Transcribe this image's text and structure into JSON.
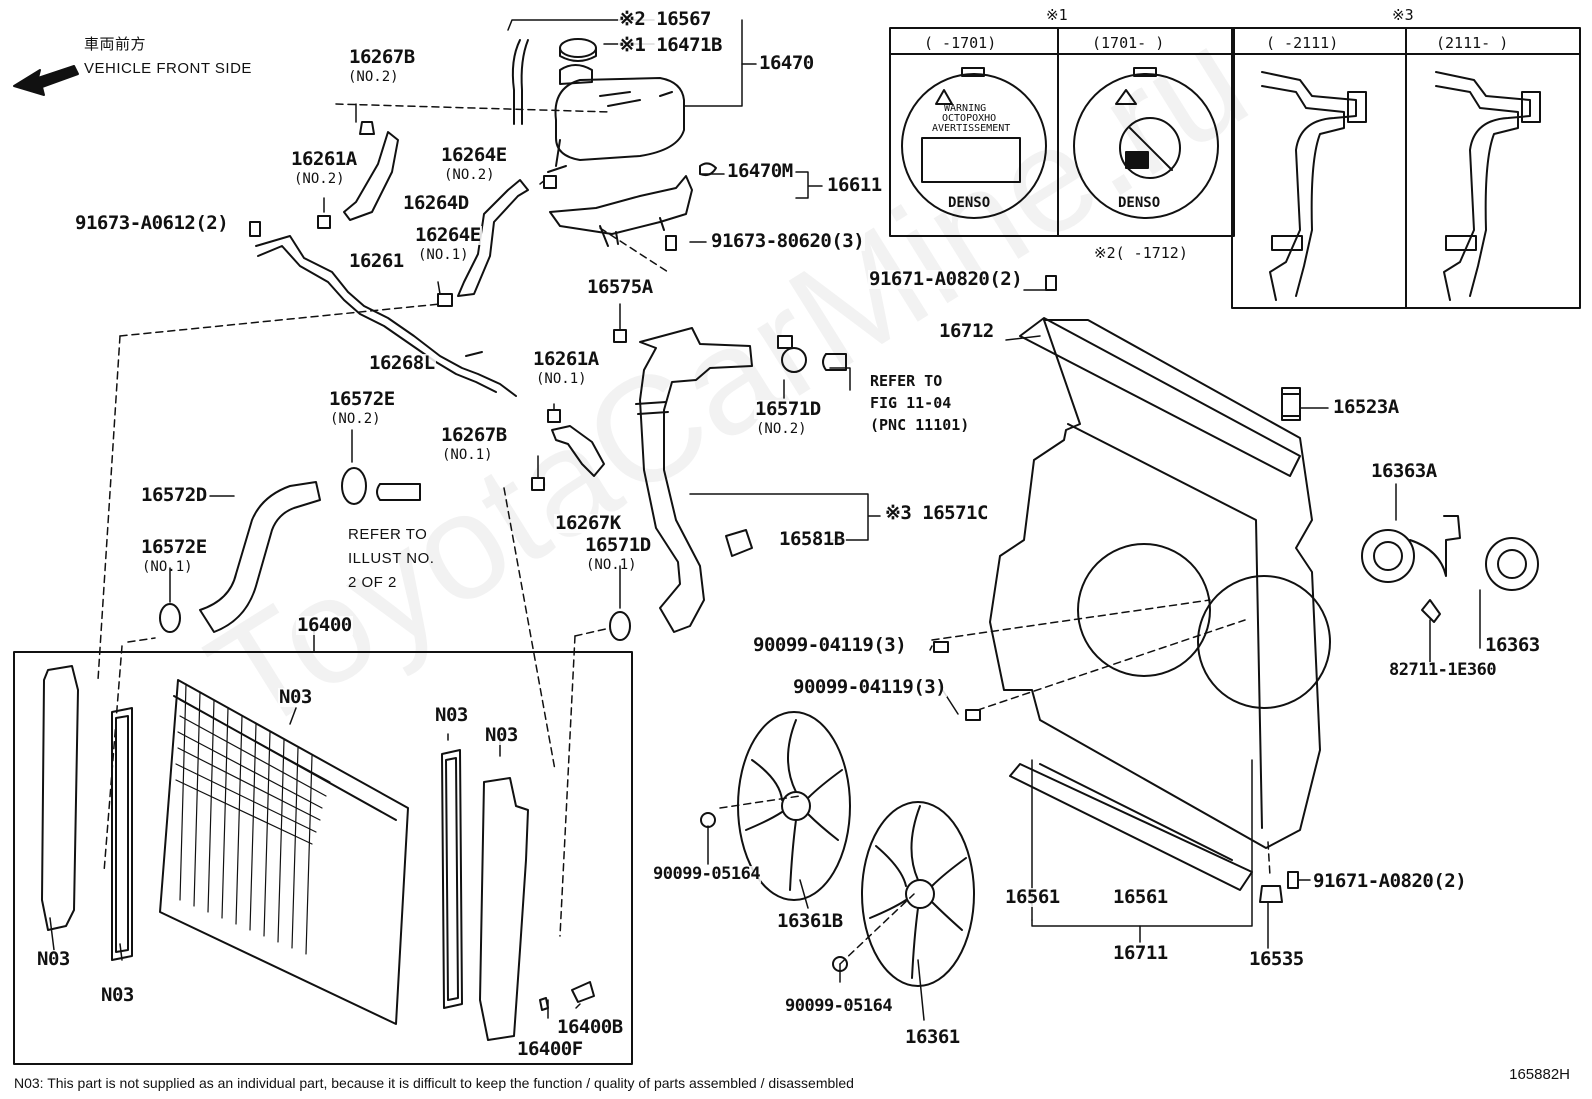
{
  "header": {
    "front_jp": "車両前方",
    "front_en": "VEHICLE FRONT SIDE"
  },
  "inset1": {
    "mark": "※1",
    "col_left": "(    -1701)",
    "col_right": "(1701-     )",
    "cap_left_warning_lines": [
      "WARNING",
      "OCTOPOXHO",
      "AVERTISSEMENT"
    ],
    "cap_brand": "DENSO",
    "footnote": "※2(    -1712)"
  },
  "inset3": {
    "mark": "※3",
    "col_left": "(    -2111)",
    "col_right": "(2111-     )"
  },
  "labels": {
    "p16567": "※2 16567",
    "p16471B": "※1 16471B",
    "p16470": "16470",
    "p16267B_top": "16267B",
    "p16267B_top_sub": "(NO.2)",
    "p16261A_top": "16261A",
    "p16261A_top_sub": "(NO.2)",
    "p16264E_top": "16264E",
    "p16264E_top_sub": "(NO.2)",
    "p16264D": "16264D",
    "p91673A0612": "91673-A0612(2)",
    "p16261": "16261",
    "p16264E_bot": "16264E",
    "p16264E_bot_sub": "(NO.1)",
    "p16470M": "16470M",
    "p16611": "16611",
    "p91673_80620": "91673-80620(3)",
    "p91671A0820_top": "91671-A0820(2)",
    "p16575A": "16575A",
    "p16268L": "16268L",
    "p16261A_bot": "16261A",
    "p16261A_bot_sub": "(NO.1)",
    "p16572E_top": "16572E",
    "p16572E_top_sub": "(NO.2)",
    "p16267B_bot": "16267B",
    "p16267B_bot_sub": "(NO.1)",
    "p16571D_top": "16571D",
    "p16571D_top_sub": "(NO.2)",
    "refer_fig_1": "REFER TO",
    "refer_fig_2": "FIG 11-04",
    "refer_fig_3": "(PNC 11101)",
    "p16712": "16712",
    "p16523A": "16523A",
    "p16572D": "16572D",
    "refer_ill_1": "REFER TO",
    "refer_ill_2": "ILLUST NO.",
    "refer_ill_3": "2 OF 2",
    "p16267K": "16267K",
    "p16581B": "16581B",
    "p16571C": "※3 16571C",
    "p16363A": "16363A",
    "p16572E_bot": "16572E",
    "p16572E_bot_sub": "(NO.1)",
    "p16571D_bot": "16571D",
    "p16571D_bot_sub": "(NO.1)",
    "p16400": "16400",
    "p90099_04119_a": "90099-04119(3)",
    "p90099_04119_b": "90099-04119(3)",
    "p16363": "16363",
    "p82711": "82711-1E360",
    "n03_a": "N03",
    "n03_b": "N03",
    "n03_c": "N03",
    "n03_d": "N03",
    "n03_e": "N03",
    "p90099_05164_a": "90099-05164",
    "p16361B": "16361B",
    "p16561_a": "16561",
    "p16561_b": "16561",
    "p16711": "16711",
    "p91671A0820_bot": "91671-A0820(2)",
    "p16535": "16535",
    "p90099_05164_b": "90099-05164",
    "p16361": "16361",
    "p16400B": "16400B",
    "p16400F": "16400F"
  },
  "footer": {
    "note": "N03: This part is not supplied as an individual part, because it is difficult to keep the function / quality of parts assembled / disassembled",
    "code": "165882H"
  },
  "watermark": "ToyotaCarMine.ru"
}
